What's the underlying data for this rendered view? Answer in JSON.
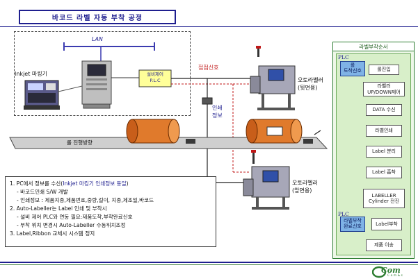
{
  "title": "바코드 라벨 자동 부착 공정",
  "network": {
    "lan_label": "LAN",
    "inkjet_label": "Inkjet 마킹기",
    "controller_label_line1": "설비제어",
    "controller_label_line2": "P.L.C"
  },
  "signals": {
    "contact_signal": "접점신호",
    "print_info_line1": "인쇄",
    "print_info_line2": "정보"
  },
  "labellers": {
    "top_line1": "오토라벨러",
    "top_line2": "(뒷면용)",
    "bottom_line1": "오토라벨러",
    "bottom_line2": "(앞면용)"
  },
  "conveyor": {
    "direction_label": "롤 진행방향"
  },
  "info_box": {
    "line1_prefix": "1. PC에서 정보를 수신(",
    "line1_highlight": "Inkjet 마킹기 인쇄정보 동일",
    "line1_suffix": ")",
    "line2": "- 바코드인쇄 S/W 개발",
    "line3": "- 인쇄정보 : 제품지종,제품번호,중량,길이, 지종,제조일,바코드",
    "line4": "2. Auto-Labeller는 Label 인쇄 및 부착시",
    "line5": "- 설비 제어 PLC와 연동 필요:제품도착,부착완료신호",
    "line6": "- 부착 위치 변경시 Auto-Labeller 수동위치조정",
    "line7": "3. Label,Ribbon 교체시 시스템 정지"
  },
  "sequence": {
    "header": "라벨부착순서",
    "plc_top": "PLC",
    "plc_top_box": "롤\n도착신호",
    "plc_bottom": "PLC",
    "plc_bottom_box": "라벨부착\n완료신호",
    "steps": [
      "롤진입",
      "라벨러\nUP/DOWN제어",
      "DATA 수신",
      "라벨인쇄",
      "Label 분리",
      "Label 흡착",
      "LABELLER\nCylinder 전진",
      "Label부착",
      "제품 이송"
    ]
  },
  "logo": {
    "main": "Com",
    "sub": "C o m & s"
  },
  "colors": {
    "navy": "#1f1f8f",
    "green": "#2e7d32",
    "red_signal": "#c01818",
    "roll_orange": "#e07a2c"
  }
}
